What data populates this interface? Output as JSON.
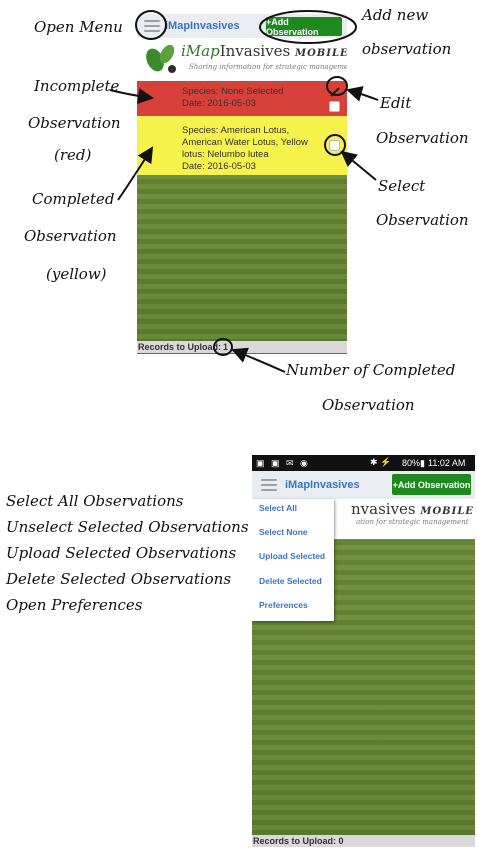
{
  "annotations": {
    "open_menu": "Open Menu",
    "add_new_line1": "Add new",
    "add_new_line2": "observation",
    "incomplete_line1": "Incomplete",
    "incomplete_line2": "Observation",
    "incomplete_line3": "(red)",
    "completed_line1": "Completed",
    "completed_line2": "Observation",
    "completed_line3": "(yellow)",
    "edit_line1": "Edit",
    "edit_line2": "Observation",
    "select_line1": "Select",
    "select_line2": "Observation",
    "number_line1": "Number of Completed",
    "number_line2": "Observation",
    "menu_notes": [
      "Select All Observations",
      "Unselect Selected Observations",
      "Upload Selected Observations",
      "Delete Selected Observations",
      "Open Preferences"
    ]
  },
  "screen1": {
    "app_title": "iMapInvasives",
    "add_button": "+Add Observation",
    "logo_prefix": "iMap",
    "logo_main": "Invasives",
    "logo_mobile": "MOBILE",
    "logo_tagline": "Sharing information for strategic management",
    "observations": [
      {
        "status": "incomplete",
        "color": "#d8403a",
        "species": "Species: None Selected",
        "date": "Date: 2016-05-03"
      },
      {
        "status": "completed",
        "color": "#f5f24b",
        "species_line1": "Species: American Lotus,",
        "species_line2": "American Water Lotus, Yellow",
        "species_line3": "lotus: Nelumbo lutea",
        "date": "Date: 2016-05-03"
      }
    ],
    "footer_label": "Records to Upload:",
    "footer_count": "1"
  },
  "screen2": {
    "status_time": "11:02 AM",
    "status_battery": "80%",
    "app_title": "iMapInvasives",
    "add_button": "+Add Observation",
    "logo_main": "nvasives",
    "logo_mobile": "MOBILE",
    "logo_tagline": "ation for strategic management",
    "menu_items": [
      "Select All",
      "Select None",
      "Upload Selected",
      "Delete Selected",
      "Preferences"
    ],
    "footer": "Records to Upload: 0"
  }
}
